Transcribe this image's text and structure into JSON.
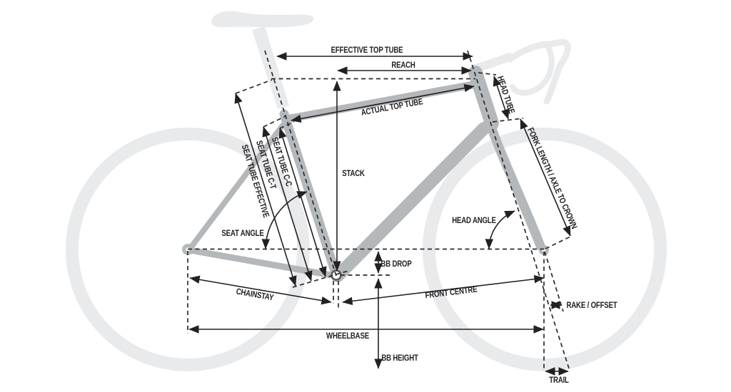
{
  "diagram": {
    "type": "bicycle-frame-geometry",
    "labels": {
      "effective_top_tube": "EFFECTIVE TOP TUBE",
      "reach": "REACH",
      "actual_top_tube": "ACTUAL TOP TUBE",
      "head_tube": "HEAD TUBE",
      "fork_length": "FORK LENGTH / AXLE TO CROWN",
      "stack": "STACK",
      "seat_tube_cc": "SEAT TUBE C-C",
      "seat_tube_ct": "SEAT TUBE C-T",
      "seat_tube_effective": "SEAT TUBE EFFECTIVE",
      "seat_angle": "SEAT ANGLE",
      "head_angle": "HEAD ANGLE",
      "bb_drop": "BB DROP",
      "chainstay": "CHAINSTAY",
      "front_centre": "FRONT CENTRE",
      "wheelbase": "WHEELBASE",
      "bb_height": "BB HEIGHT",
      "rake_offset": "RAKE / OFFSET",
      "trail": "TRAIL"
    },
    "colors": {
      "background": "#ffffff",
      "ghost_parts": "#e8eaec",
      "frame": "#b5b8ba",
      "dimension_lines": "#232022"
    }
  }
}
